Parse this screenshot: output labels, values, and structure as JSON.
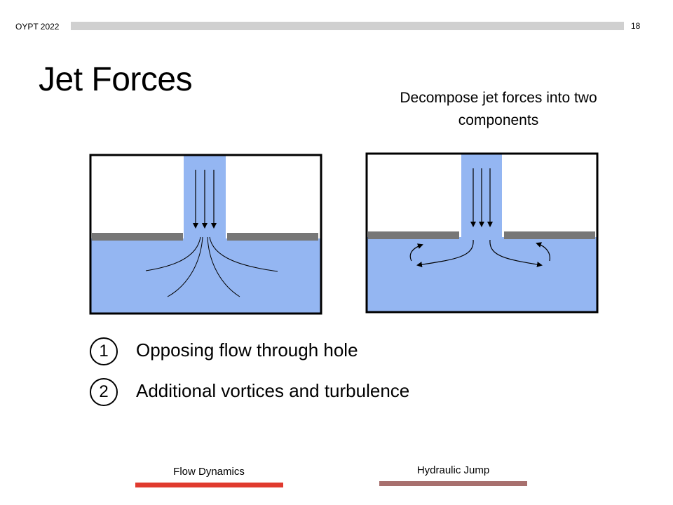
{
  "header": {
    "label": "OYPT 2022",
    "page_number": "18"
  },
  "title": "Jet Forces",
  "subtitle": "Decompose jet forces into two components",
  "list": [
    {
      "number": "1",
      "text": "Opposing flow through hole"
    },
    {
      "number": "2",
      "text": "Additional vortices and turbulence"
    }
  ],
  "footer": {
    "left_link": "Flow Dynamics",
    "right_link": "Hydraulic Jump"
  },
  "colors": {
    "water": "#94b6f2",
    "plate": "#777777",
    "progress_track": "#d0d0d0",
    "left_link_bar": "#e03a2e",
    "right_link_bar": "#a8706e"
  }
}
